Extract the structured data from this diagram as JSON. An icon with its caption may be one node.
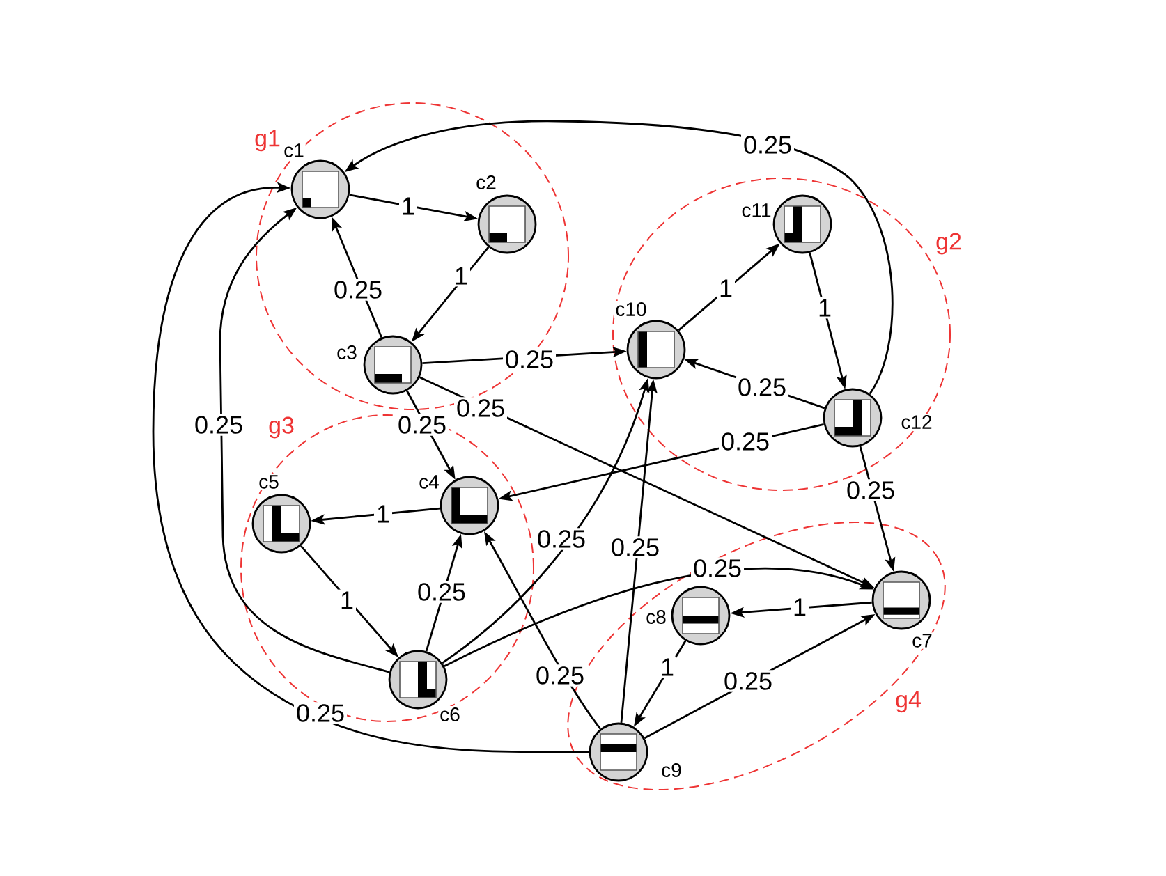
{
  "diagram": {
    "nodes": [
      {
        "text": [
          "g1"
        ]
      },
      {
        "text": [
          "c1"
        ],
        "in": 0
      },
      {
        "text": [
          "c2"
        ],
        "in": 0
      },
      {
        "text": [
          "c3"
        ],
        "in": 0
      },
      {
        "text": [
          "g2"
        ]
      },
      {
        "text": [
          "c10"
        ],
        "in": 4
      },
      {
        "text": [
          "c11"
        ],
        "in": 4
      },
      {
        "text": [
          "c12"
        ],
        "in": 4
      },
      {
        "text": [
          "g3"
        ]
      },
      {
        "text": [
          "c4"
        ],
        "in": 8
      },
      {
        "text": [
          "c5"
        ],
        "in": 8
      },
      {
        "text": [
          "c6"
        ],
        "in": 8
      },
      {
        "text": [
          "g4"
        ]
      },
      {
        "text": [
          "c7"
        ],
        "in": 12
      },
      {
        "text": [
          "c8"
        ],
        "in": 12
      },
      {
        "text": [
          "c9"
        ],
        "in": 12
      }
    ],
    "edges": [
      {
        "from": 1,
        "to": 2,
        "arrow": "to",
        "label": "1"
      },
      {
        "from": 2,
        "to": 3,
        "arrow": "to",
        "label": "1"
      },
      {
        "from": 3,
        "to": 1,
        "arrow": "to",
        "label": "0.25"
      },
      {
        "from": 7,
        "to": 1,
        "arrow": "to",
        "label": "0.25"
      },
      {
        "from": 3,
        "to": 5,
        "arrow": "to",
        "label": "0.25"
      },
      {
        "from": 3,
        "to": 9,
        "arrow": "to",
        "label": "0.25"
      },
      {
        "from": 3,
        "to": 13,
        "arrow": "to",
        "label": "0.25"
      },
      {
        "from": 5,
        "to": 6,
        "arrow": "to",
        "label": "1"
      },
      {
        "from": 6,
        "to": 7,
        "arrow": "to",
        "label": "1"
      },
      {
        "from": 7,
        "to": 5,
        "arrow": "to",
        "label": "0.25"
      },
      {
        "from": 7,
        "to": 9,
        "arrow": "to",
        "label": "0.25"
      },
      {
        "from": 7,
        "to": 13,
        "arrow": "to",
        "label": "0.25"
      },
      {
        "from": 9,
        "to": 10,
        "arrow": "to",
        "label": "1"
      },
      {
        "from": 10,
        "to": 11,
        "arrow": "to",
        "label": "1"
      },
      {
        "from": 11,
        "to": 9,
        "arrow": "to",
        "label": "0.25"
      },
      {
        "from": 11,
        "to": 1,
        "arrow": "to",
        "label": "0.25"
      },
      {
        "from": 11,
        "to": 5,
        "arrow": "to",
        "label": "0.25"
      },
      {
        "from": 11,
        "to": 13,
        "arrow": "to",
        "label": "0.25"
      },
      {
        "from": 13,
        "to": 14,
        "arrow": "to",
        "label": "1"
      },
      {
        "from": 14,
        "to": 15,
        "arrow": "to",
        "label": "1"
      },
      {
        "from": 15,
        "to": 13,
        "arrow": "to",
        "label": "0.25"
      },
      {
        "from": 15,
        "to": 9,
        "arrow": "to",
        "label": "0.25"
      },
      {
        "from": 15,
        "to": 5,
        "arrow": "to",
        "label": "0.25"
      },
      {
        "from": 15,
        "to": 1,
        "arrow": "to",
        "label": "0.25"
      }
    ]
  }
}
